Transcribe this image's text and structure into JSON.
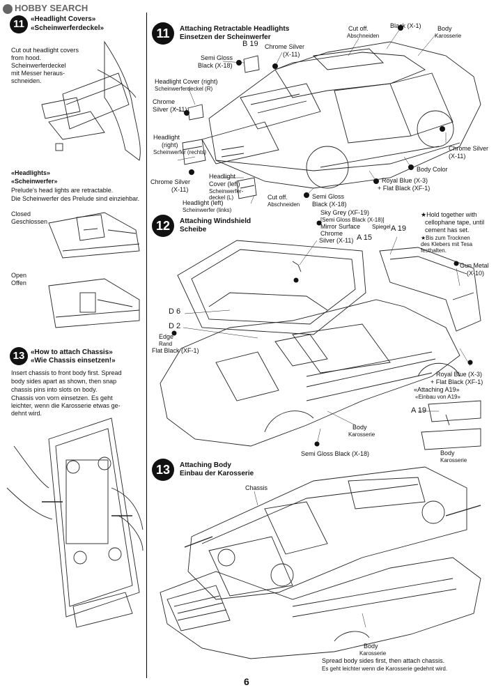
{
  "watermark": "HOBBY SEARCH",
  "page_number": "6",
  "left": {
    "step11": {
      "num": "11",
      "title_en": "«Headlight Covers»",
      "title_de": "«Scheinwerferdeckel»",
      "text_en_1": "Cut out headlight covers",
      "text_en_2": "from hood.",
      "text_de_1": "Scheinwerferdeckel",
      "text_de_2": "mit Messer heraus-",
      "text_de_3": "schneiden."
    },
    "headlights": {
      "title_en": "«Headlights»",
      "title_de": "«Scheinwerfer»",
      "text_en": "Prelude's head lights are retractable.",
      "text_de": "Die Scheinwerfer des Prelude sind einziehbar.",
      "closed_en": "Closed",
      "closed_de": "Geschlossen",
      "open_en": "Open",
      "open_de": "Offen"
    },
    "step13": {
      "num": "13",
      "title_en": "«How to attach Chassis»",
      "title_de": "«Wie Chassis einsetzen!»",
      "text_en_1": "Insert chassis to front body first. Spread",
      "text_en_2": "body sides apart as shown, then snap",
      "text_en_3": "chassis pins into slots on body.",
      "text_de_1": "Chassis von vorn einsetzen. Es geht",
      "text_de_2": "leichter, wenn die Karosserie etwas ge-",
      "text_de_3": "dehnt wird."
    }
  },
  "right": {
    "step11": {
      "num": "11",
      "title_en": "Attaching Retractable Headlights",
      "title_de": "Einsetzen der Scheinwerfer",
      "labels": {
        "b19": "B 19",
        "semi_gloss_black": "Semi Gloss",
        "semi_gloss_black2": "Black (X-18)",
        "chrome_silver_top": "Chrome Silver",
        "chrome_silver_top2": "(X-11)",
        "cut_off_top": "Cut off.",
        "cut_off_top_de": "Abschneiden",
        "black_x1": "Black (X-1)",
        "body_top": "Body",
        "body_top_de": "Karosserie",
        "headlight_cover_r": "Headlight Cover (right)",
        "headlight_cover_r_de": "Scheinwerferdeckel (R)",
        "chrome_silver_left": "Chrome",
        "chrome_silver_left2": "Silver (X-11)",
        "headlight_right": "Headlight",
        "headlight_right2": "(right)",
        "headlight_right_de": "Scheinwerfer (rechts)",
        "chrome_silver_bl": "Chrome Silver",
        "chrome_silver_bl2": "(X-11)",
        "headlight_cover_l": "Headlight",
        "headlight_cover_l2": "Cover (left)",
        "headlight_cover_l_de": "Scheinwerfer-",
        "headlight_cover_l_de2": "deckel (L)",
        "headlight_left": "Headlight (left)",
        "headlight_left_de": "Scheinwerfer (links)",
        "cut_off_bottom": "Cut off.",
        "cut_off_bottom_de": "Abschneiden",
        "semi_gloss_black_b": "Semi Gloss",
        "semi_gloss_black_b2": "Black (X-18)",
        "royal_blue": "Royal Blue (X-3)",
        "flat_black": "+ Flat Black (XF-1)",
        "body_color": "Body Color",
        "chrome_silver_r": "Chrome Silver",
        "chrome_silver_r2": "(X-11)"
      }
    },
    "step12": {
      "num": "12",
      "title_en": "Attaching Windshield",
      "title_de": "Scheibe",
      "labels": {
        "sky_grey": "Sky Grey (XF-19)",
        "semi_gloss_black_x18": "[Semi Gloss Black (X-18)]",
        "mirror_surface": "Mirror Surface",
        "mirror_surface_de": "Spiegel",
        "chrome_silver": "Chrome",
        "chrome_silver2": "Silver (X-11)",
        "a15": "A 15",
        "a19": "A 19",
        "note1": "★Hold together with",
        "note2": "cellophane tape, until",
        "note3": "cement has set.",
        "note_de1": "★Bis zum Trocknen",
        "note_de2": "des Klebers mit Tesa",
        "note_de3": "festhalten.",
        "gun_metal": "Gun Metal",
        "gun_metal2": "(X-10)",
        "d6": "D 6",
        "d2": "D 2",
        "edge": "Edge",
        "edge_de": "Rand",
        "flat_black": "Flat Black (XF-1)",
        "royal_blue": "Royal Blue (X-3)",
        "flat_black2": "+ Flat Black (XF-1)",
        "attaching_a19": "«Attaching A19»",
        "attaching_a19_de": "«Einbau von A19»",
        "a19b": "A 19",
        "body": "Body",
        "body_de": "Karosserie",
        "body2": "Body",
        "body2_de": "Karosserie",
        "semi_gloss_black": "Semi Gloss Black (X-18)"
      }
    },
    "step13": {
      "num": "13",
      "title_en": "Attaching Body",
      "title_de": "Einbau der Karosserie",
      "labels": {
        "chassis": "Chassis",
        "body": "Body",
        "body_de": "Karosserie",
        "spread_en": "Spread body sides first, then attach chassis.",
        "spread_de": "Es geht leichter wenn die Karosserie gedehnt wird."
      }
    }
  }
}
